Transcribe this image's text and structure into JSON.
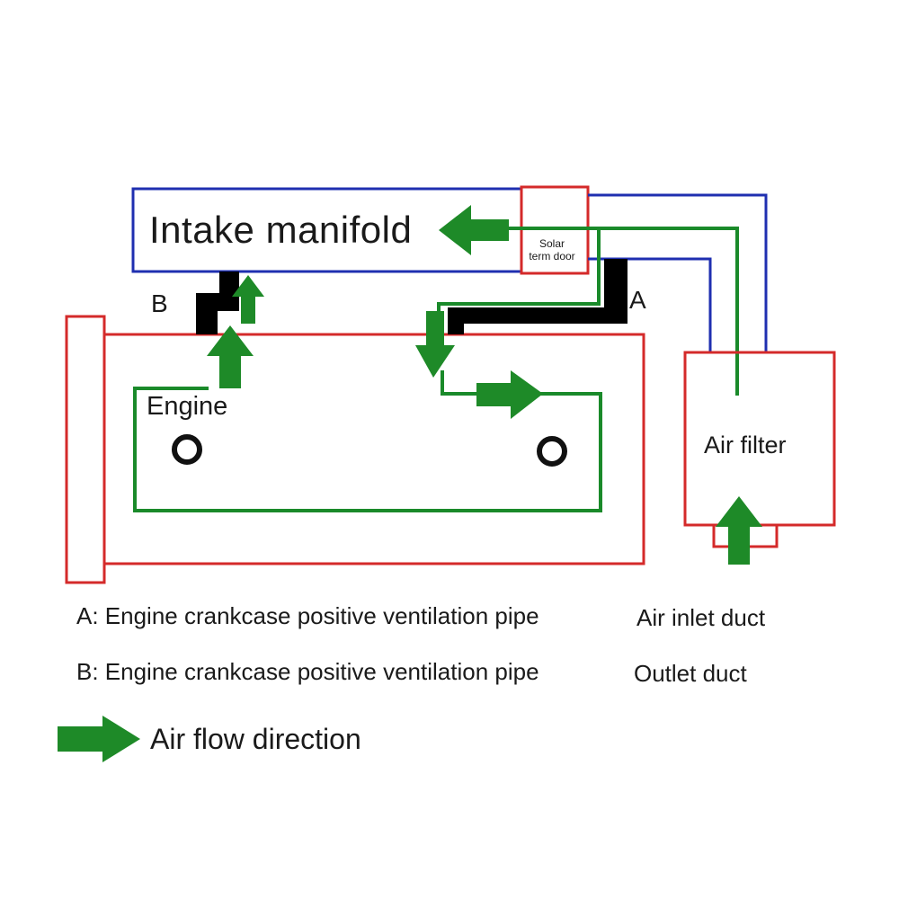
{
  "labels": {
    "intake_manifold": "Intake manifold",
    "solar_term_door_line1": "Solar",
    "solar_term_door_line2": "term door",
    "pipe_b_letter": "B",
    "pipe_a_letter": "A",
    "engine": "Engine",
    "air_filter": "Air filter"
  },
  "legend": {
    "pipe_a": "A: Engine crankcase positive ventilation pipe",
    "pipe_b": "B: Engine crankcase positive ventilation pipe",
    "air_inlet_duct": "Air inlet duct",
    "outlet_duct": "Outlet duct",
    "air_flow_direction": "Air flow direction"
  },
  "colors": {
    "manifold_outline": "#1f2fb0",
    "red_outline": "#d42a2a",
    "green_line": "#1a8a2a",
    "arrow_fill": "#1e8a28",
    "pipe_black": "#000000",
    "text": "#1a1a1a"
  }
}
